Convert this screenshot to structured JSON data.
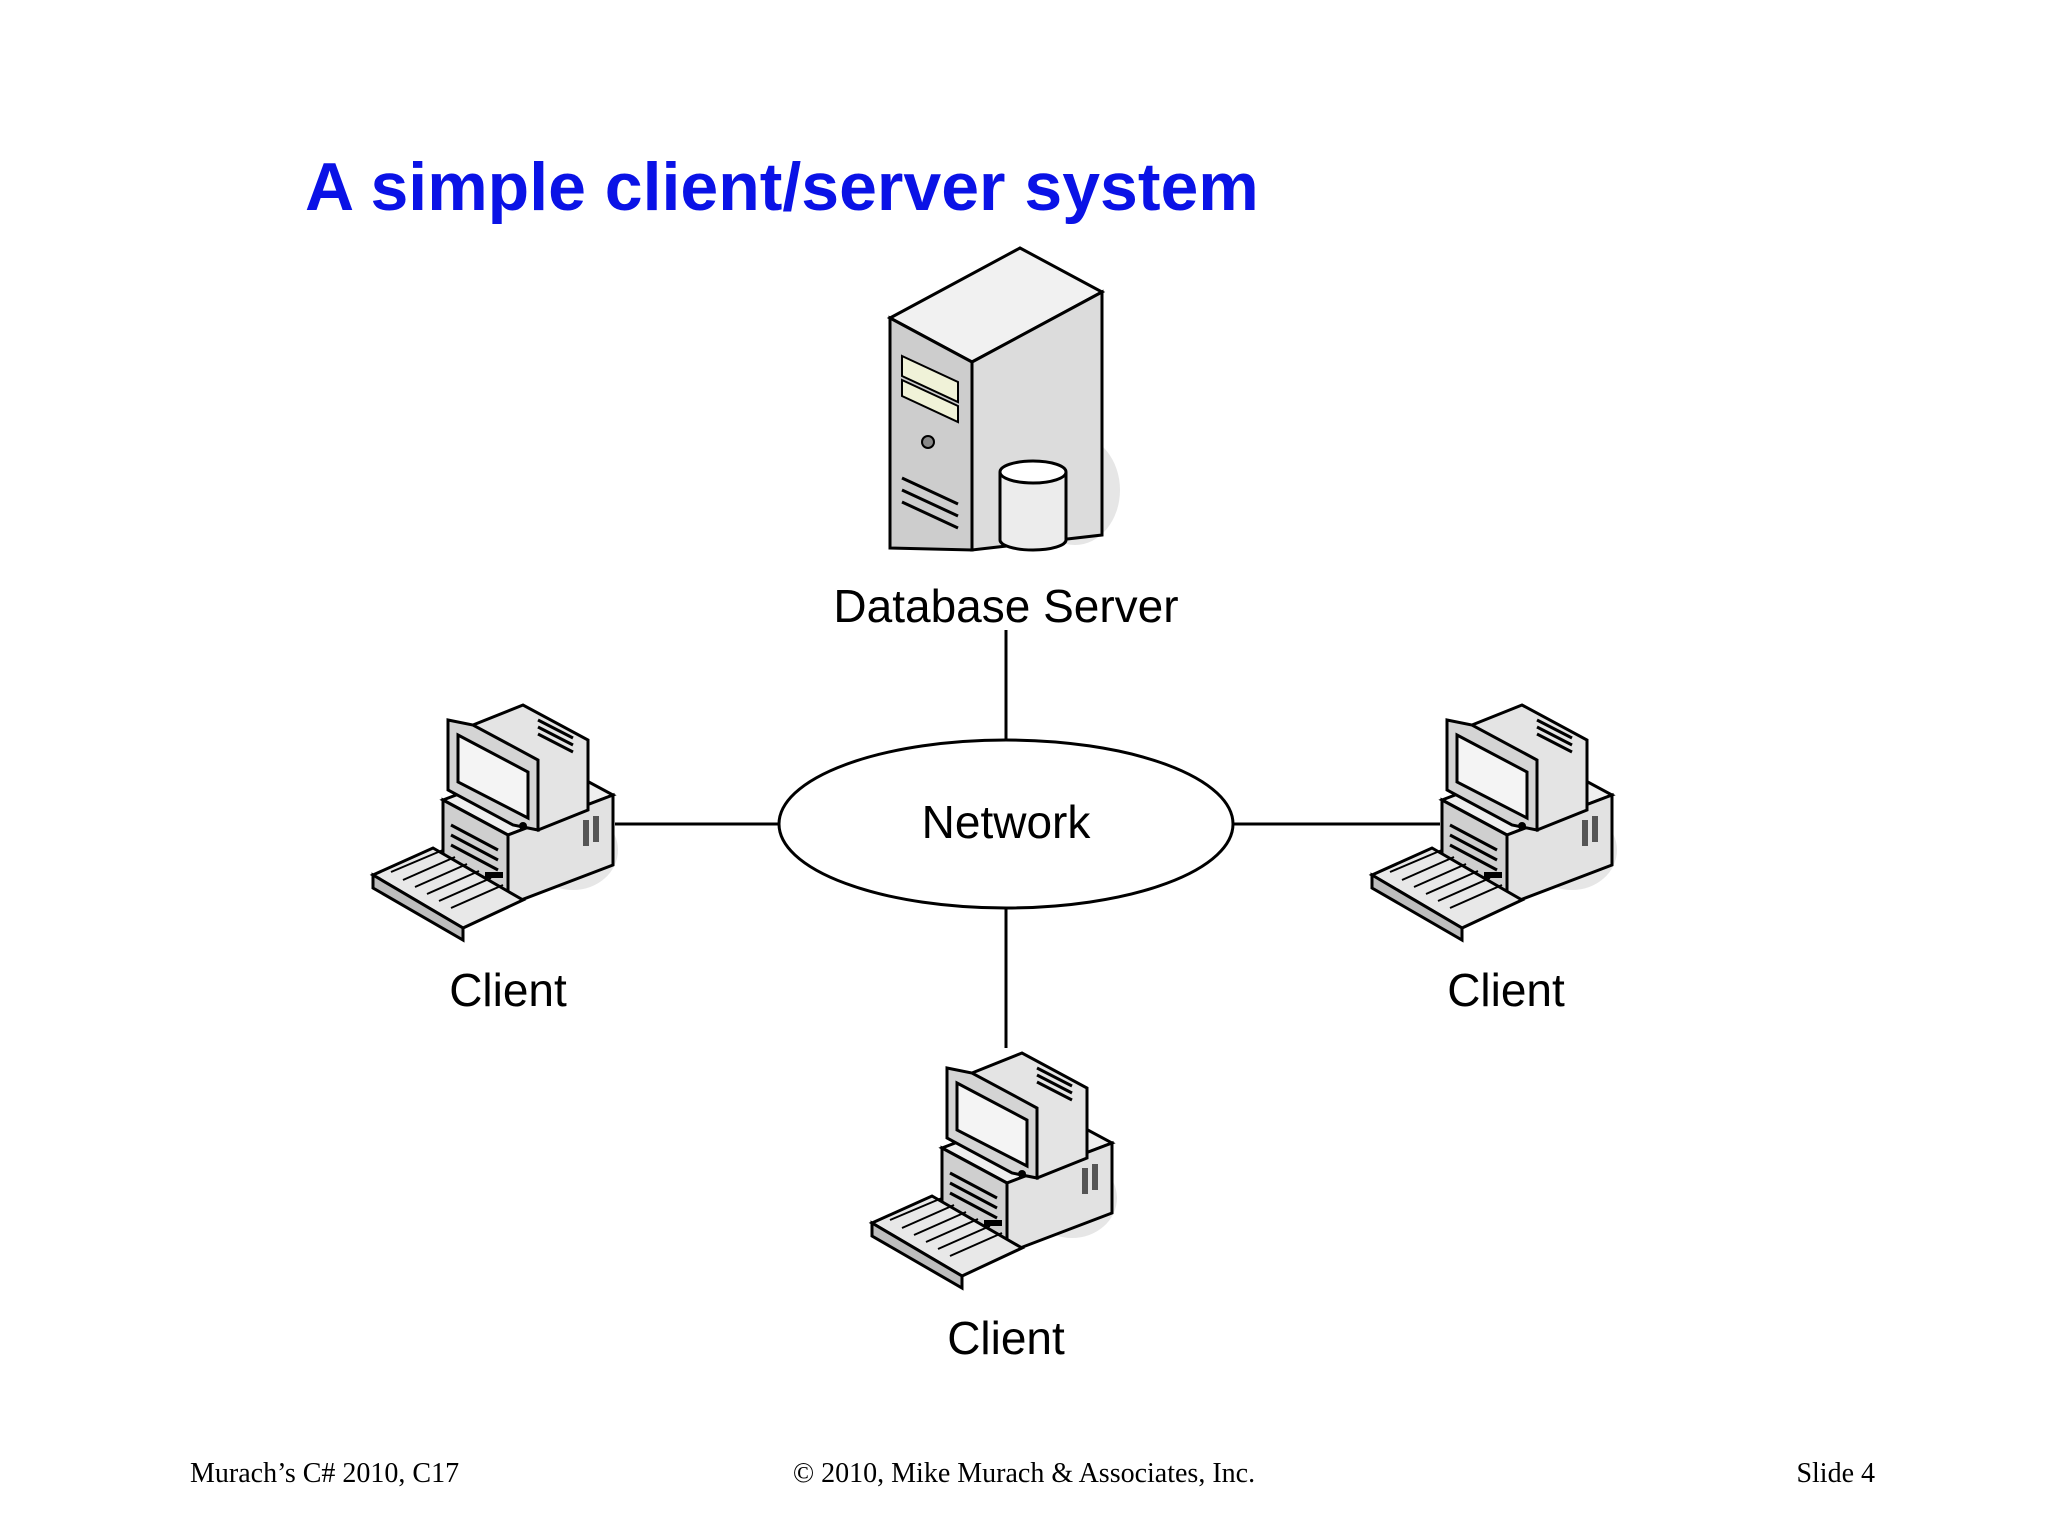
{
  "slide": {
    "title": "A simple client/server system"
  },
  "diagram": {
    "server": {
      "label": "Database Server",
      "icon": "database-server-icon"
    },
    "network": {
      "label": "Network",
      "shape": "ellipse"
    },
    "clients": [
      {
        "label": "Client",
        "icon": "desktop-computer-icon"
      },
      {
        "label": "Client",
        "icon": "desktop-computer-icon"
      },
      {
        "label": "Client",
        "icon": "desktop-computer-icon"
      }
    ]
  },
  "footer": {
    "left": "Murach’s C#  2010, C17",
    "center": "© 2010, Mike Murach & Associates, Inc.",
    "right": "Slide 4"
  },
  "colors": {
    "title": "#0a12e6",
    "text": "#000000",
    "icon_fill": "#d9d9d9",
    "icon_shadow": "#e6e6e6"
  }
}
